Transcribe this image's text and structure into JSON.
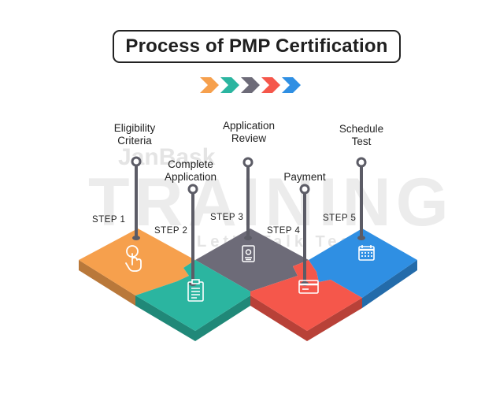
{
  "title": "Process of PMP Certification",
  "watermark": {
    "brand": "JanBask",
    "word": "TRAINING",
    "tagline": "Let's Talk Tech"
  },
  "steps": [
    {
      "step_label": "STEP 1",
      "name": "Eligibility\nCriteria",
      "color": "#f6a04d",
      "icon": "hand-pointer-icon"
    },
    {
      "step_label": "STEP 2",
      "name": "Complete\nApplication",
      "color": "#2bb5a0",
      "icon": "clipboard-icon"
    },
    {
      "step_label": "STEP 3",
      "name": "Application\nReview",
      "color": "#6d6b78",
      "icon": "badge-document-icon"
    },
    {
      "step_label": "STEP 4",
      "name": "Payment",
      "color": "#f5574b",
      "icon": "credit-card-icon"
    },
    {
      "step_label": "STEP 5",
      "name": "Schedule\nTest",
      "color": "#2f8fe3",
      "icon": "calendar-icon"
    }
  ],
  "chevron_colors": [
    "#f6a04d",
    "#2bb5a0",
    "#6d6b78",
    "#f5574b",
    "#2f8fe3"
  ]
}
